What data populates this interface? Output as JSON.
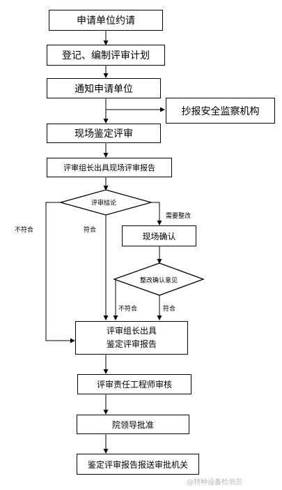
{
  "flowchart": {
    "nodes": {
      "n1": "申请单位约请",
      "n2": "登记、编制评审计划",
      "n3": "通知申请单位",
      "n4": "抄报安全监察机构",
      "n5": "现场鉴定评审",
      "n6": "评审组长出具现场评审报告",
      "d1": "评审结论",
      "n7": "现场确认",
      "d2": "整改确认意见",
      "n8_line1": "评审组长出具",
      "n8_line2": "鉴定评审报告",
      "n9": "评审责任工程师审核",
      "n10": "院领导批准",
      "n11": "鉴定评审报告报送审批机关"
    },
    "edge_labels": {
      "fail_left": "不符合",
      "pass_mid": "符合",
      "need_fix": "需要整改",
      "fail_2": "不符合",
      "pass_2": "符合"
    }
  },
  "watermark": "@特种设备检测员"
}
